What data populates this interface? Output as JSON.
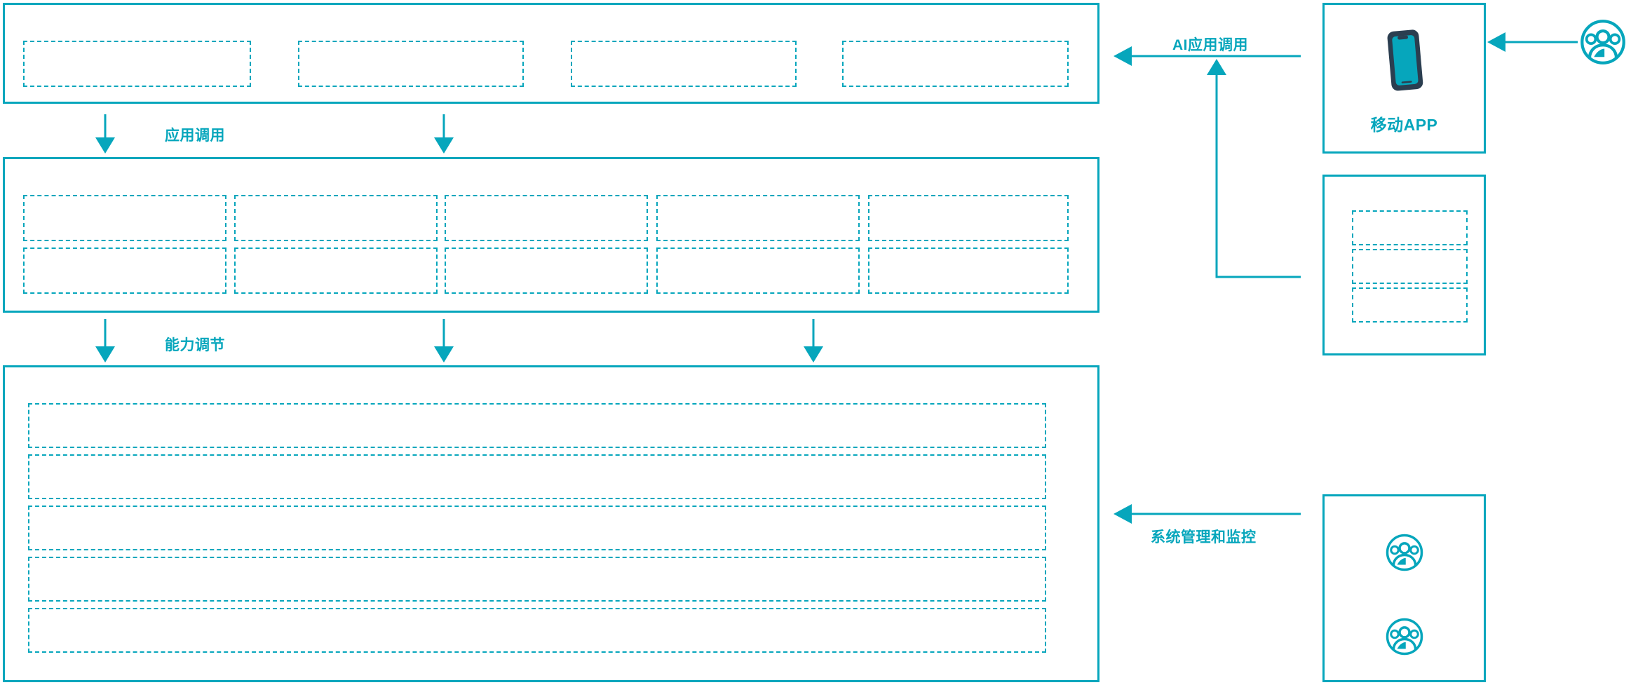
{
  "diagram": {
    "title": "AI Platform Layered Architecture",
    "accent_color": "#06A6BC",
    "phone_body_color": "#2B3E50",
    "phone_screen_color": "#06A6BC",
    "background": "#FFFFFF"
  },
  "layers": {
    "application_layer": {
      "name": "application-layer",
      "slot_count": 4,
      "slots": [
        "",
        "",
        "",
        ""
      ]
    },
    "capability_layer": {
      "name": "capability-layer",
      "columns": 5,
      "rows": 2,
      "slots": [
        "",
        "",
        "",
        "",
        "",
        "",
        "",
        "",
        "",
        ""
      ]
    },
    "platform_layer": {
      "name": "platform-layer",
      "rows": 5,
      "slots": [
        "",
        "",
        "",
        "",
        ""
      ]
    }
  },
  "right_column": {
    "mobile_app_card": {
      "name": "mobile-app-card",
      "caption": "移动APP",
      "icon": "smartphone-icon"
    },
    "module_card": {
      "name": "module-card",
      "slot_count": 3,
      "slots": [
        "",
        "",
        ""
      ]
    },
    "admin_card": {
      "name": "admin-card",
      "icons": [
        "user-group-icon",
        "user-group-icon"
      ]
    },
    "end_user_icon": {
      "name": "user-group-icon",
      "label": ""
    }
  },
  "connectors": {
    "ai_app_invoke": {
      "label": "AI应用调用",
      "direction": "left"
    },
    "app_invoke": {
      "label": "应用调用",
      "direction": "down"
    },
    "capability_adjust": {
      "label": "能力调节",
      "direction": "down"
    },
    "system_admin_monitor": {
      "label": "系统管理和监控",
      "direction": "left"
    }
  }
}
